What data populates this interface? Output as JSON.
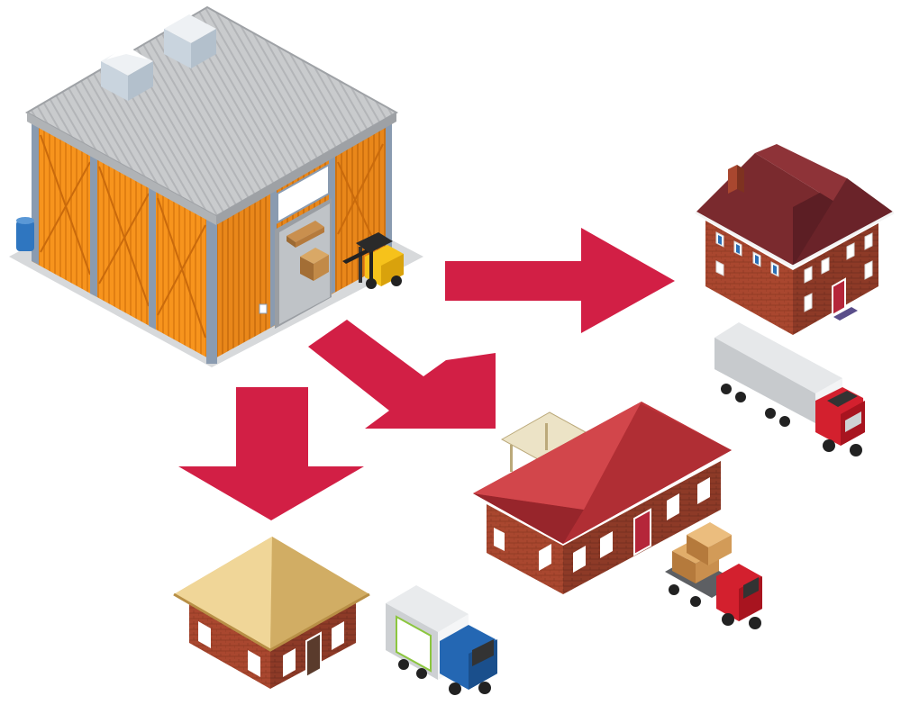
{
  "diagram": {
    "nodes": [
      {
        "id": "warehouse",
        "kind": "warehouse"
      },
      {
        "id": "house-large",
        "kind": "two-storey house"
      },
      {
        "id": "bungalow",
        "kind": "long single-storey building"
      },
      {
        "id": "cottage",
        "kind": "small house"
      }
    ],
    "edges": [
      {
        "from": "warehouse",
        "to": "house-large",
        "direction": "right"
      },
      {
        "from": "warehouse",
        "to": "bungalow",
        "direction": "down-right"
      },
      {
        "from": "warehouse",
        "to": "cottage",
        "direction": "down"
      }
    ],
    "vehicles": [
      {
        "kind": "semi-trailer truck",
        "near": "house-large"
      },
      {
        "kind": "flatbed truck with crates",
        "near": "bungalow"
      },
      {
        "kind": "box truck",
        "near": "cottage"
      },
      {
        "kind": "forklift",
        "near": "warehouse"
      }
    ]
  },
  "colors": {
    "arrow": "#d21f45",
    "warehouse_wall": "#f7941d",
    "warehouse_roof": "#c9cbcd",
    "brick": "#a9472f",
    "roof_red": "#c0343a",
    "roof_dark": "#7a2a2e",
    "roof_tan": "#e2c27f",
    "truck_red": "#d3202e",
    "truck_blue": "#2467b3"
  }
}
